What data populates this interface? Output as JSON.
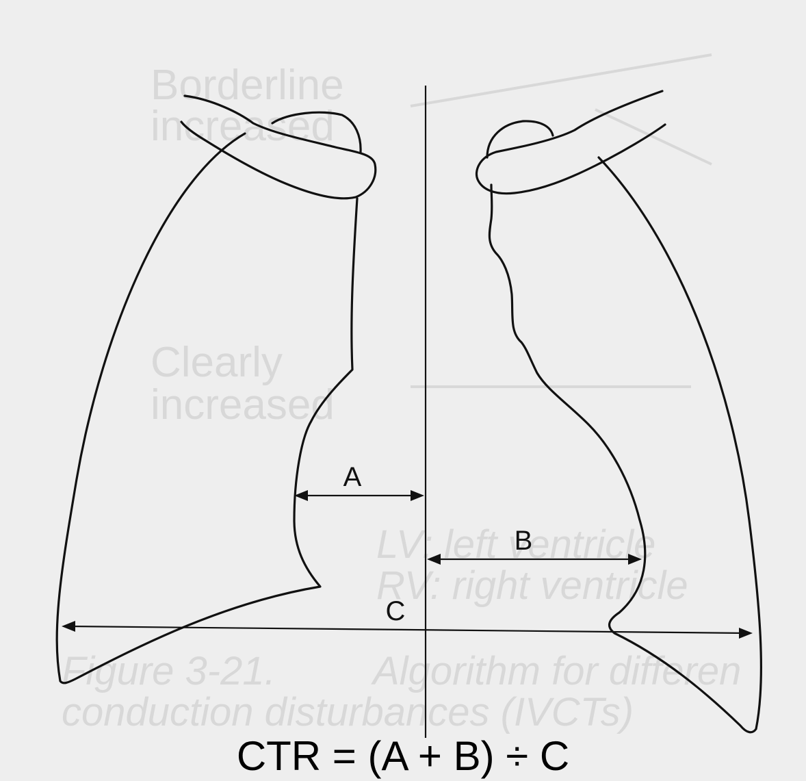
{
  "diagram": {
    "labels": {
      "a": "A",
      "b": "B",
      "c": "C"
    },
    "formula": "CTR = (A + B) ÷ C",
    "ghost_text": {
      "t1": "Borderline",
      "t2": "increased",
      "t3": "Clearly",
      "t4": "increased",
      "t5": "LV: left ventricle",
      "t6": "RV: right ventricle",
      "t7": "Figure 3-21.",
      "t8": "Algorithm for differen",
      "t9": "conduction disturbances (IVCTs)"
    },
    "colors": {
      "line": "#111111",
      "background": "#eeeeee",
      "ghost": "#d8d8d8"
    }
  }
}
